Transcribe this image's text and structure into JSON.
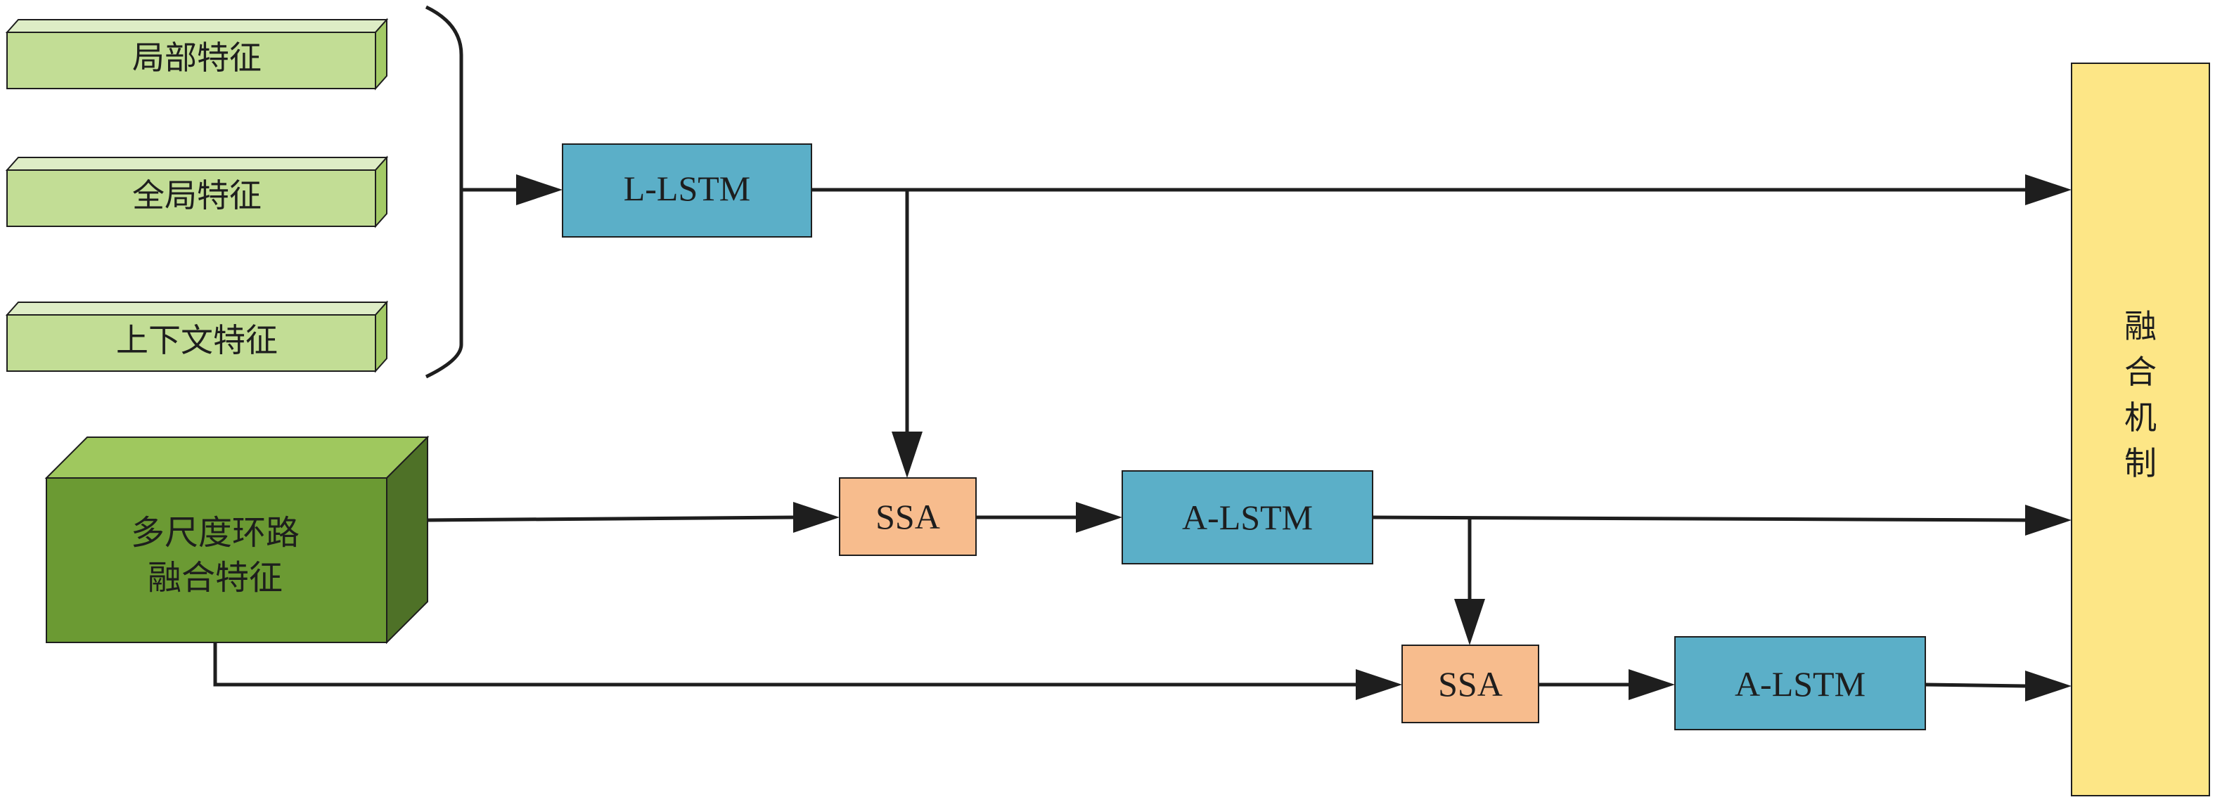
{
  "inputs": {
    "local_feature": "局部特征",
    "global_feature": "全局特征",
    "context_feature": "上下文特征"
  },
  "multiscale": {
    "line1": "多尺度环路",
    "line2": "融合特征"
  },
  "modules": {
    "l_lstm": "L-LSTM",
    "ssa_1": "SSA",
    "a_lstm_1": "A-LSTM",
    "ssa_2": "SSA",
    "a_lstm_2": "A-LSTM"
  },
  "fusion": {
    "chars": [
      "融",
      "合",
      "机",
      "制"
    ]
  },
  "colors": {
    "feature_front": "#c2dd95",
    "feature_top": "#deedc6",
    "feature_side": "#a3ca66",
    "multiscale_front": "#6b9a33",
    "multiscale_top": "#9fc85e",
    "multiscale_side": "#4e7127",
    "lstm": "#5bafc8",
    "ssa": "#f7bc8d",
    "fusion": "#fde686",
    "line": "#1e1e1e"
  }
}
